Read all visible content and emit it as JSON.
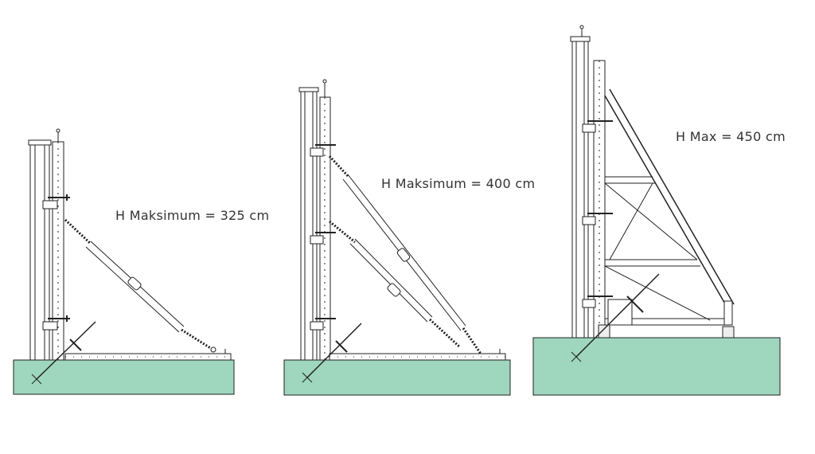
{
  "labels": {
    "left": "H Maksimum = 325 cm",
    "middle": "H Maksimum = 400 cm",
    "right": "H Max = 450 cm"
  },
  "colors": {
    "ground": "#9fd6be",
    "ground_border": "#222222",
    "steel_line": "#222222",
    "steel_fill": "#ffffff",
    "text": "#333333"
  }
}
